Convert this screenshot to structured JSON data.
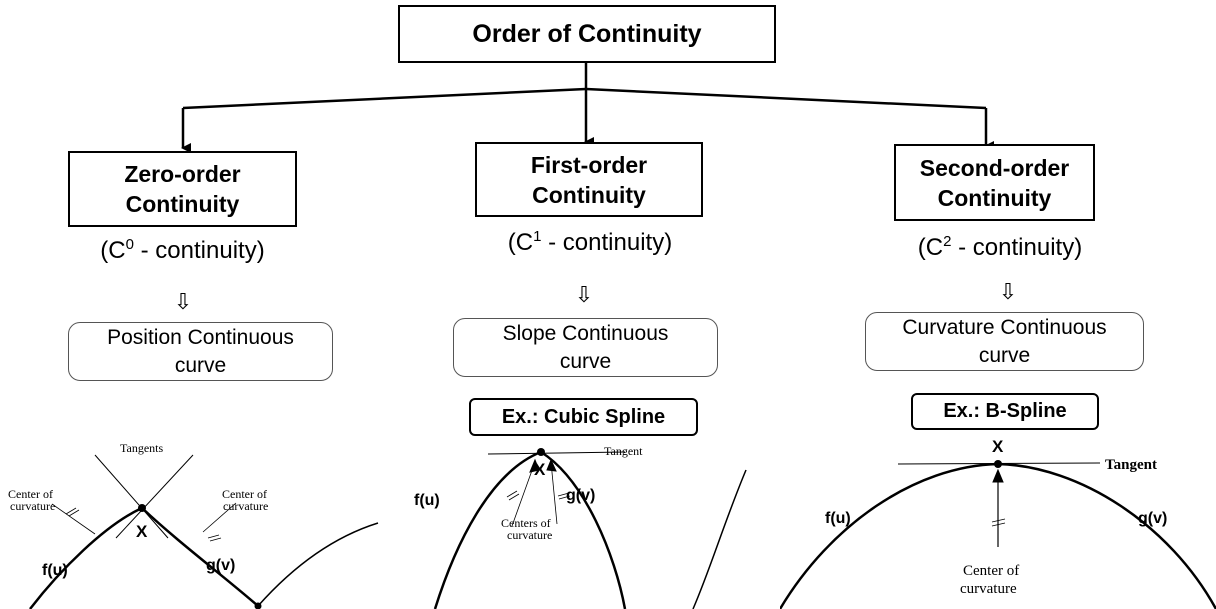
{
  "title": "Order of Continuity",
  "branches": [
    {
      "heading_line1": "Zero-order",
      "heading_line2": "Continuity",
      "notation_open": "(C",
      "notation_sup": "0",
      "notation_close": " - continuity)",
      "arrow": "⇩",
      "result_line1": "Position Continuous",
      "result_line2": "curve",
      "example": "",
      "figure": {
        "tangents": "Tangents",
        "center_left_1": "Center of",
        "center_left_2": "curvature",
        "center_right_1": "Center of",
        "center_right_2": "curvature",
        "x": "X",
        "f": "f(u)",
        "g": "g(v)"
      }
    },
    {
      "heading_line1": "First-order",
      "heading_line2": "Continuity",
      "notation_open": "(C",
      "notation_sup": "1",
      "notation_close": " - continuity)",
      "arrow": "⇩",
      "result_line1": "Slope Continuous",
      "result_line2": "curve",
      "example": "Ex.: Cubic Spline",
      "figure": {
        "tangent": "Tangent",
        "x": "X",
        "f": "f(u)",
        "g": "g(v)",
        "centers_1": "Centers of",
        "centers_2": "curvature"
      }
    },
    {
      "heading_line1": "Second-order",
      "heading_line2": "Continuity",
      "notation_open": "(C",
      "notation_sup": "2",
      "notation_close": " - continuity)",
      "arrow": "⇩",
      "result_line1": "Curvature Continuous",
      "result_line2": "curve",
      "example": "Ex.: B-Spline",
      "figure": {
        "tangent": "Tangent",
        "x": "X",
        "f": "f(u)",
        "g": "g(v)",
        "center_1": "Center of",
        "center_2": "curvature"
      }
    }
  ]
}
